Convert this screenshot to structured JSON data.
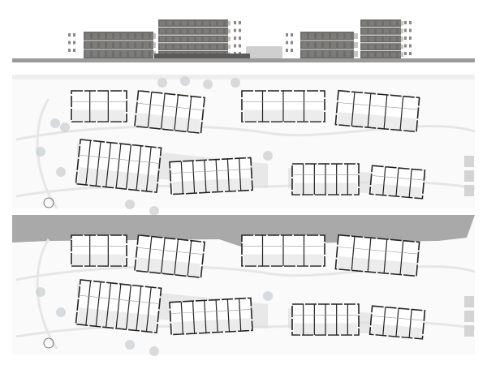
{
  "drawing": {
    "sheets": [
      {
        "kind": "elevation"
      },
      {
        "kind": "site-plan-upper"
      },
      {
        "kind": "site-plan-ground"
      }
    ],
    "colors": {
      "background": "#ffffff",
      "ground_line": "#9a9a9a",
      "facade": "#6e6e6e",
      "wall": "#222222",
      "paving": "#dcdcdc",
      "site_lines": "#e6e6e6",
      "tree": "#c8cdd2",
      "street_band": "#a9a9a9"
    }
  }
}
